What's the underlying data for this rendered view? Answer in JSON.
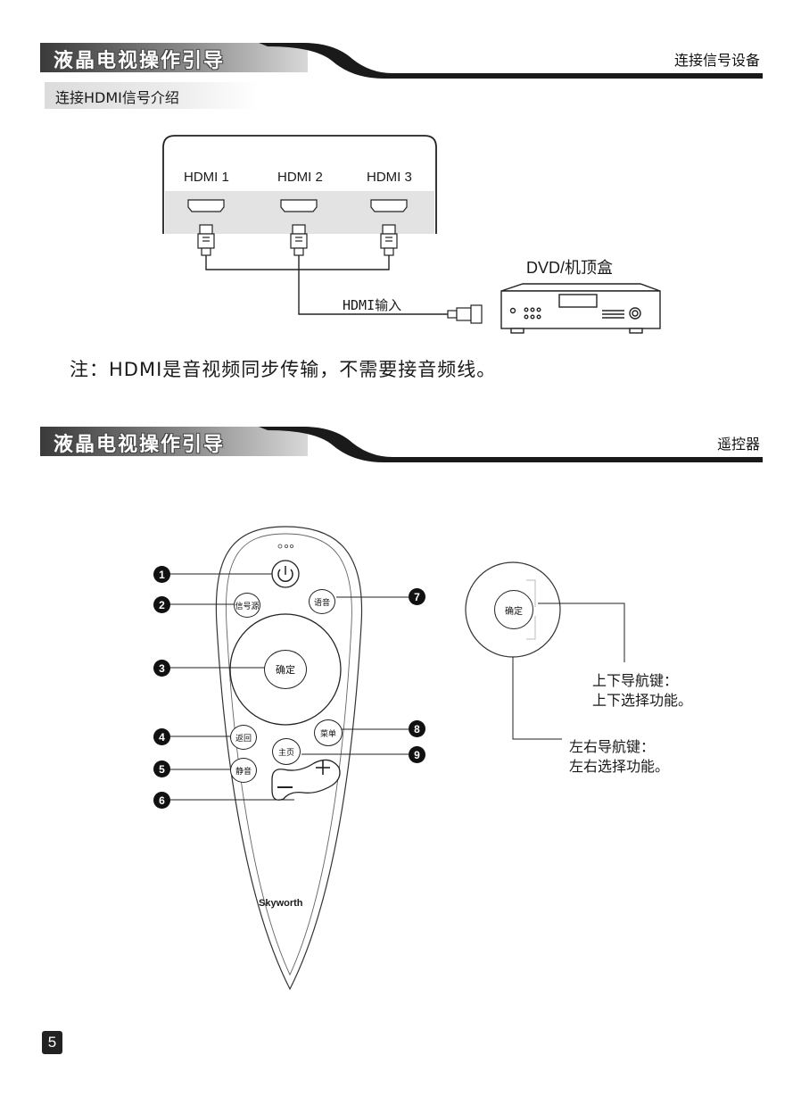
{
  "header1": {
    "title": "液晶电视操作引导",
    "right": "连接信号设备"
  },
  "subhead": "连接HDMI信号介绍",
  "diagram": {
    "ports": [
      "HDMI 1",
      "HDMI 2",
      "HDMI 3"
    ],
    "cable_label": "HDMI输入",
    "device_label": "DVD/机顶盒"
  },
  "note": "注：HDMI是音视频同步传输，不需要接音频线。",
  "header2": {
    "title": "液晶电视操作引导",
    "right": "遥控器"
  },
  "remote": {
    "buttons": {
      "source": "信号源",
      "voice": "语音",
      "ok": "确定",
      "back": "返回",
      "menu": "菜单",
      "home": "主页",
      "mute": "静音"
    },
    "numbers": [
      "1",
      "2",
      "3",
      "4",
      "5",
      "6",
      "7",
      "8",
      "9"
    ],
    "brand": "Skyworth"
  },
  "nav_detail": {
    "ok_label": "确定",
    "updown_title": "上下导航键：",
    "updown_desc": "上下选择功能。",
    "leftright_title": "左右导航键：",
    "leftright_desc": "左右选择功能。"
  },
  "page_number": "5"
}
